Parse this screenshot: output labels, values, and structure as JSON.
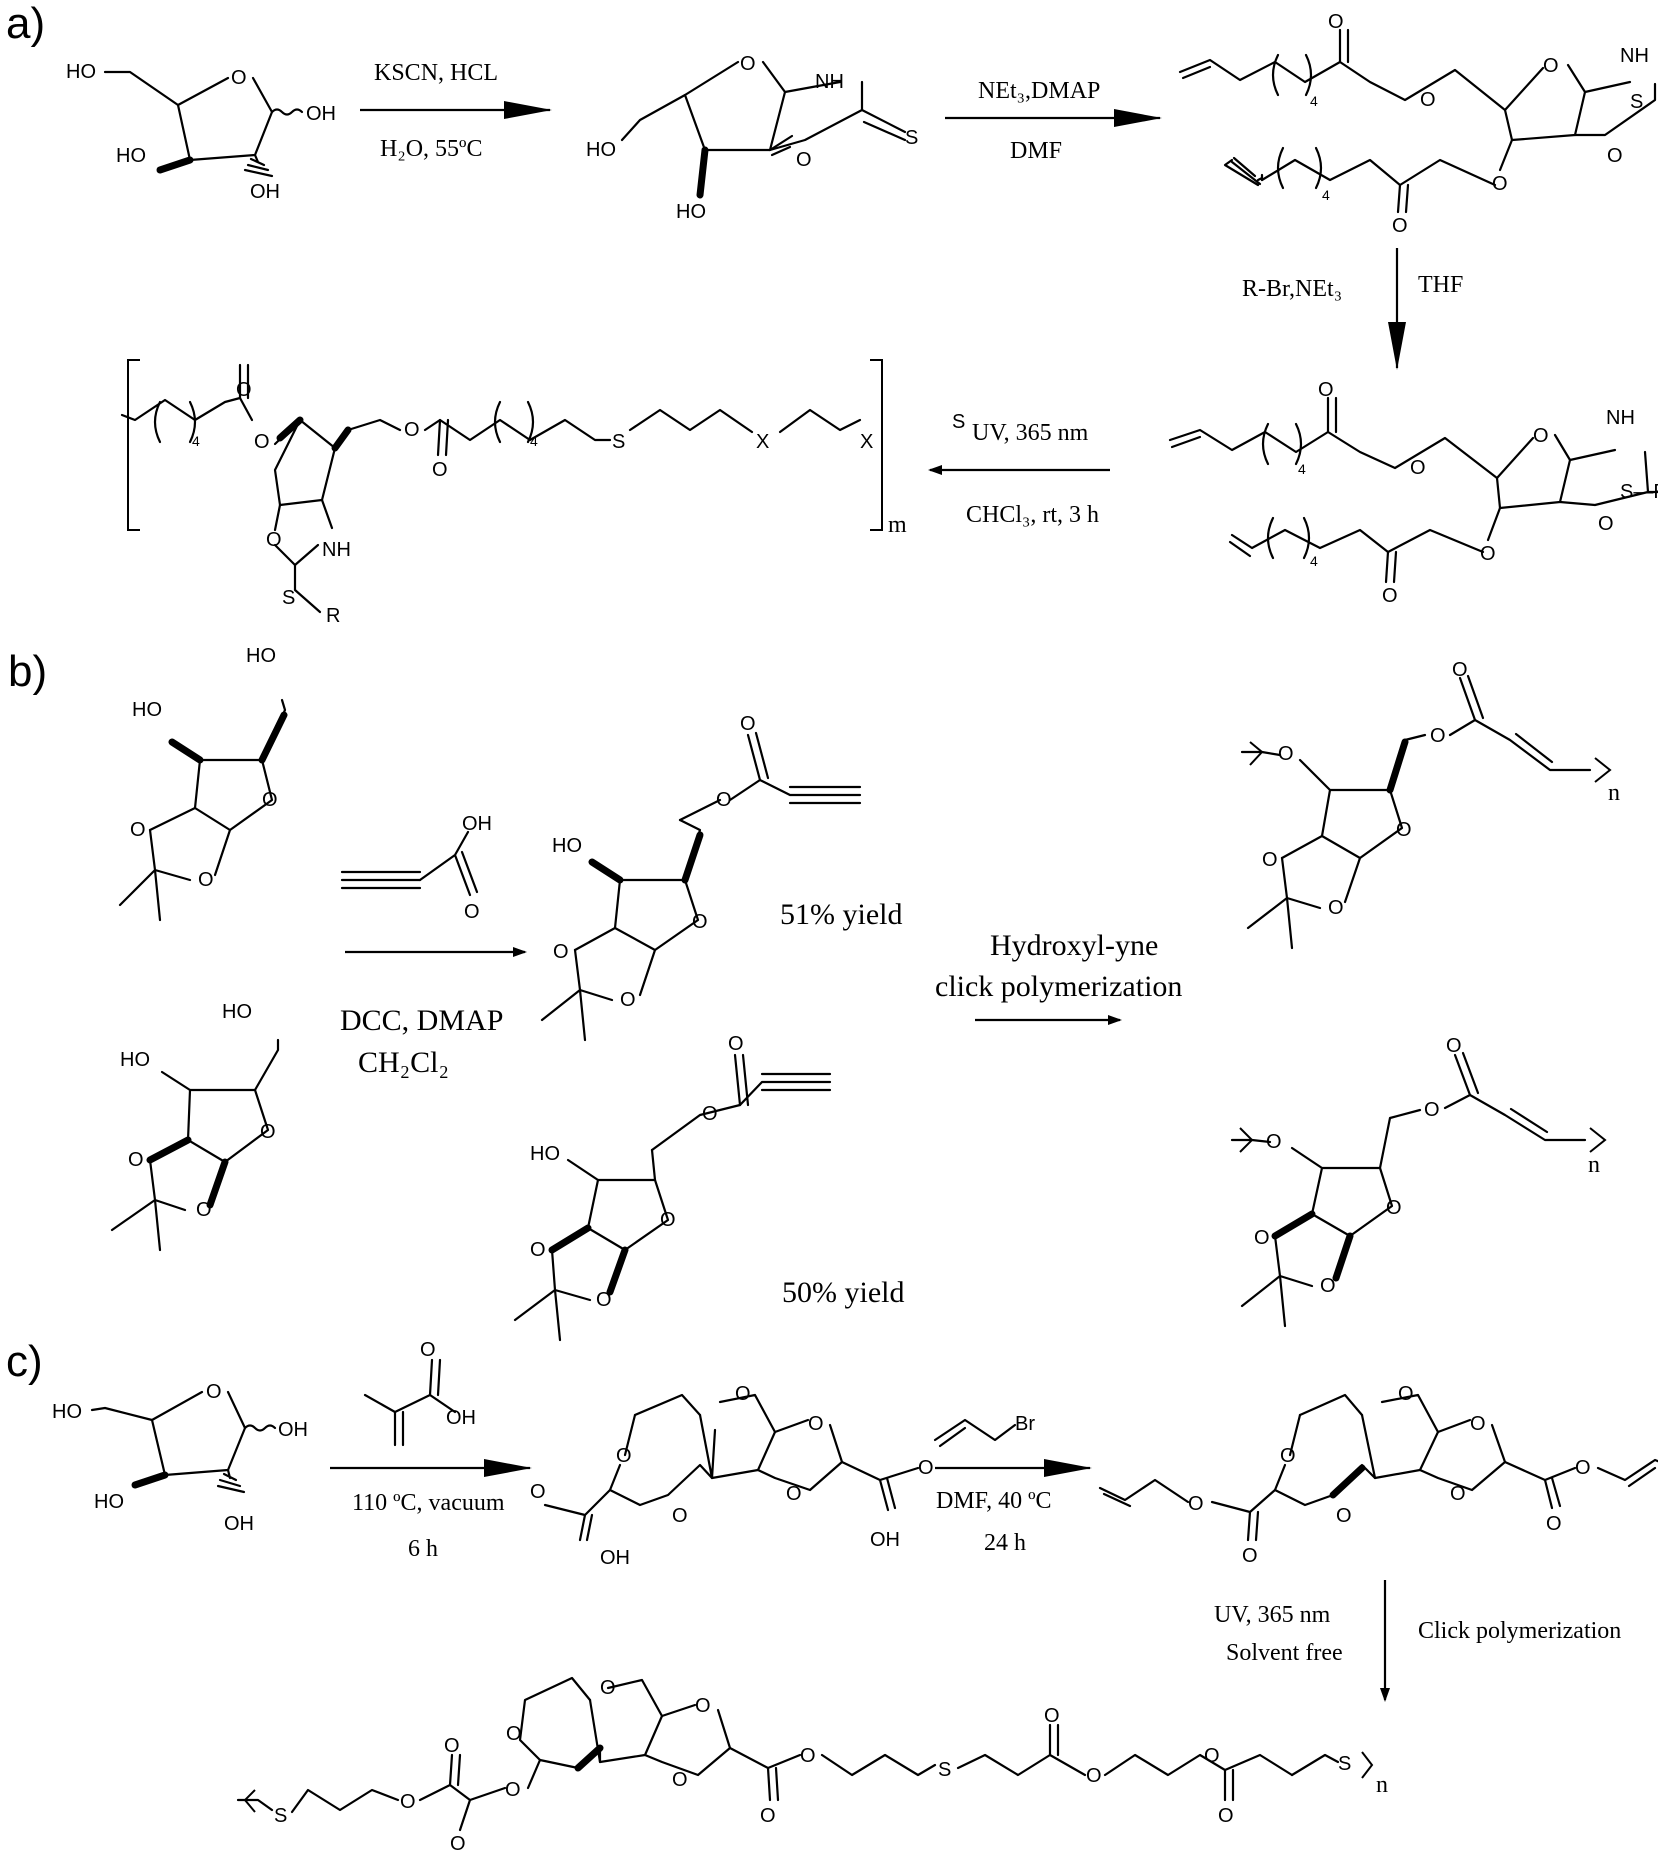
{
  "panels": [
    "a)",
    "b)",
    "c)"
  ],
  "atoms": {
    "HO": "HO",
    "OH": "OH",
    "O": "O",
    "NH": "NH",
    "S": "S",
    "R": "R",
    "X": "X",
    "Br": "Br",
    "four": "4",
    "m": "m",
    "n": "n",
    "S_R": "S—R"
  },
  "conditions": {
    "a1_top": "KSCN, HCL",
    "a1_bottom": "H₂O, 55ºC",
    "a2_top": "NEt₃,DMAP",
    "a2_bottom": "DMF",
    "a3_left": "R-Br,NEt₃",
    "a3_right": "THF",
    "a4_top": "UV, 365 nm",
    "a4_bottom": "CHCl₃, rt, 3 h",
    "b1_bottom1": "DCC, DMAP",
    "b1_bottom2": "CH₂Cl₂",
    "b_yield1": "51% yield",
    "b_yield2": "50% yield",
    "b2_top1": "Hydroxyl-yne",
    "b2_top2": "click polymerization",
    "c1_bottom1": "110 ºC, vacuum",
    "c1_bottom2": "6 h",
    "c2_bottom1": "DMF, 40 ºC",
    "c2_bottom2": "24 h",
    "c3_left1": "UV, 365 nm",
    "c3_left2": "Solvent free",
    "c3_right": "Click polymerization"
  }
}
